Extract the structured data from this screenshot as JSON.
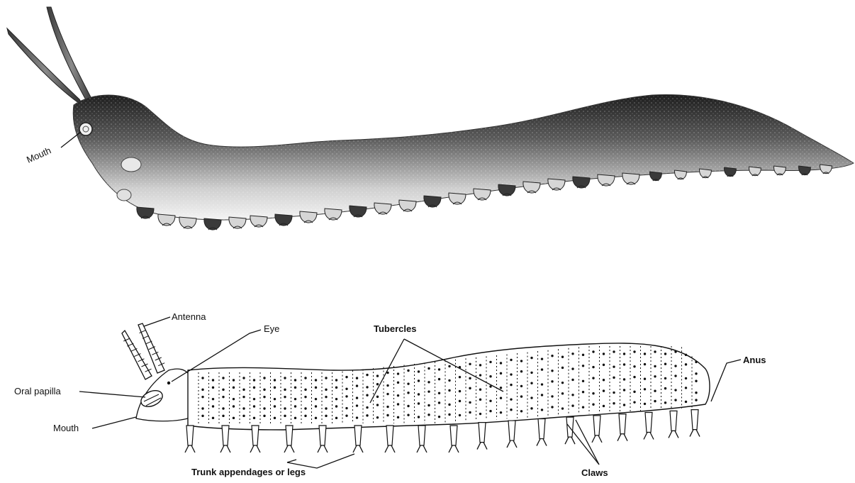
{
  "top_figure": {
    "labels": {
      "mouth": "Mouth"
    }
  },
  "bottom_figure": {
    "labels": {
      "antenna": "Antenna",
      "eye": "Eye",
      "tubercles": "Tubercles",
      "anus": "Anus",
      "oral_papilla": "Oral papilla",
      "mouth": "Mouth",
      "trunk_appendages": "Trunk appendages  or legs",
      "claws": "Claws"
    }
  }
}
